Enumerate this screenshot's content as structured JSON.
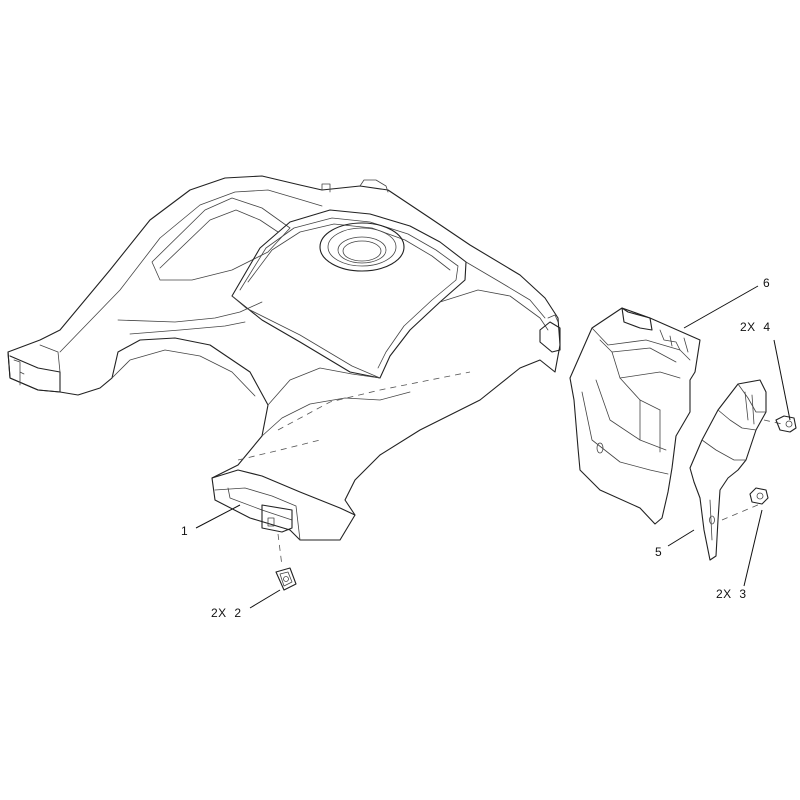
{
  "callouts": {
    "c1": "1",
    "c2": "2X  2",
    "c3": "2X  3",
    "c4": "2X  4",
    "c5": "5",
    "c6": "6"
  },
  "colors": {
    "line": "#222222",
    "background": "#ffffff"
  }
}
